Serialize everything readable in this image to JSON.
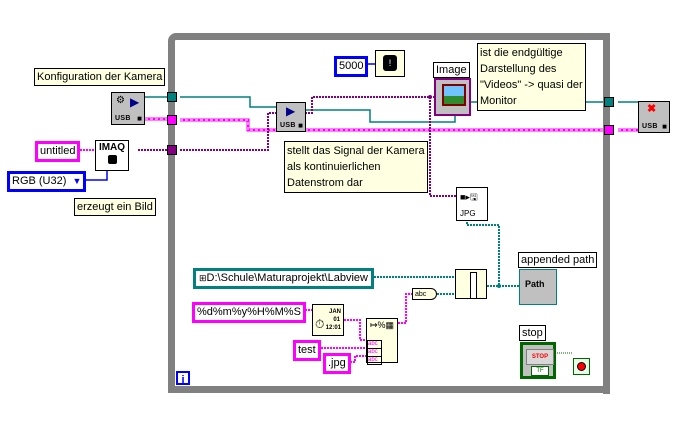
{
  "diagram": {
    "type": "LabVIEW block diagram",
    "loop": {
      "kind": "while-loop",
      "iteration_terminal": "i"
    },
    "colors": {
      "loop_border": "#808080",
      "string_wire": "#ff00ff",
      "image_wire": "#800080",
      "path_wire": "#00807f",
      "numeric_wire": "#0000ff",
      "boolean_wire": "#006600",
      "comment_bg": "#ffffe1",
      "stop_red": "#ff0000"
    },
    "comments": {
      "camera_config": "Konfiguration der Kamera",
      "creates_image": "erzeugt ein Bild",
      "stream_note_line1": "stellt das Signal der Kamera",
      "stream_note_line2": "als kontinuierlichen",
      "stream_note_line3": "Datenstrom dar",
      "display_note_line1": "ist die endgültige",
      "display_note_line2": "Darstellung des",
      "display_note_line3": "\"Videos\" -> quasi der",
      "display_note_line4": "Monitor"
    },
    "constants": {
      "image_name": "untitled",
      "image_type": "RGB (U32)",
      "wait_ms": "5000",
      "base_path": "D:\\Schule\\Maturaprojekt\\Labview",
      "time_format": "%d%m%y%H%M%S",
      "prefix": "test",
      "extension": ".jpg"
    },
    "nodes": {
      "usb_config": {
        "icon": "camera-config-icon",
        "sublabel": "USB"
      },
      "imaq_create": {
        "line1": "IMAQ",
        "icon": "imaq-create-icon"
      },
      "usb_grab": {
        "icon": "camera-grab-icon",
        "sublabel": "USB"
      },
      "wait": {
        "icon": "wait-watch-icon"
      },
      "image_display": {
        "label": "Image",
        "icon": "image-display-icon"
      },
      "write_jpeg": {
        "label": "JPG",
        "icon": "write-jpeg-icon"
      },
      "usb_close": {
        "icon": "camera-close-icon",
        "sublabel": "USB"
      },
      "format_time": {
        "icon": "format-date-time-icon",
        "month": "JAN",
        "day": "01",
        "time": "12:01"
      },
      "concat_strings": {
        "icon": "format-into-string-icon",
        "inputs": [
          "abc",
          "abc",
          "abc"
        ]
      },
      "string_to_path": {
        "icon": "string-to-path-icon",
        "text": "abc"
      },
      "build_path": {
        "icon": "build-path-icon"
      },
      "appended_path": {
        "label": "appended path",
        "text": "Path"
      },
      "stop_button": {
        "label": "stop",
        "text": "STOP",
        "tf": "TF"
      }
    }
  }
}
